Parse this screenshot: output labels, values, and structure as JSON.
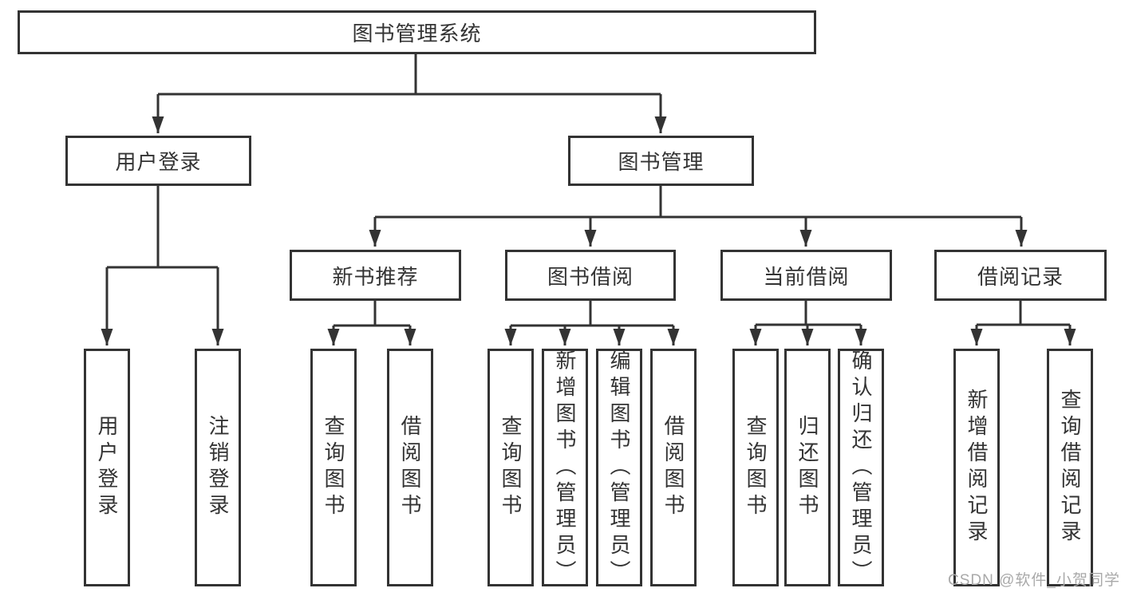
{
  "colors": {
    "line": "#333333",
    "text": "#333333",
    "watermark": "#a9a9a9",
    "background": "#ffffff"
  },
  "watermark": "CSDN @软件_小贺同学",
  "nodes": {
    "root": "图书管理系统",
    "level2": {
      "user_login": "用户登录",
      "book_management": "图书管理"
    },
    "level3": {
      "new_book_recommend": "新书推荐",
      "book_borrowing": "图书借阅",
      "current_borrowing": "当前借阅",
      "borrowing_records": "借阅记录"
    },
    "leaves": {
      "user_login": "用户登录",
      "logout": "注销登录",
      "query_book_recommend": "查询图书",
      "borrow_book_recommend": "借阅图书",
      "query_book_borrowing": "查询图书",
      "add_book_admin": "新增图书（管理员）",
      "edit_book_admin": "编辑图书（管理员）",
      "borrow_book_borrowing": "借阅图书",
      "query_book_current": "查询图书",
      "return_book": "归还图书",
      "confirm_return_admin": "确认归还（管理员）",
      "add_borrow_record": "新增借阅记录",
      "query_borrow_record": "查询借阅记录"
    }
  }
}
